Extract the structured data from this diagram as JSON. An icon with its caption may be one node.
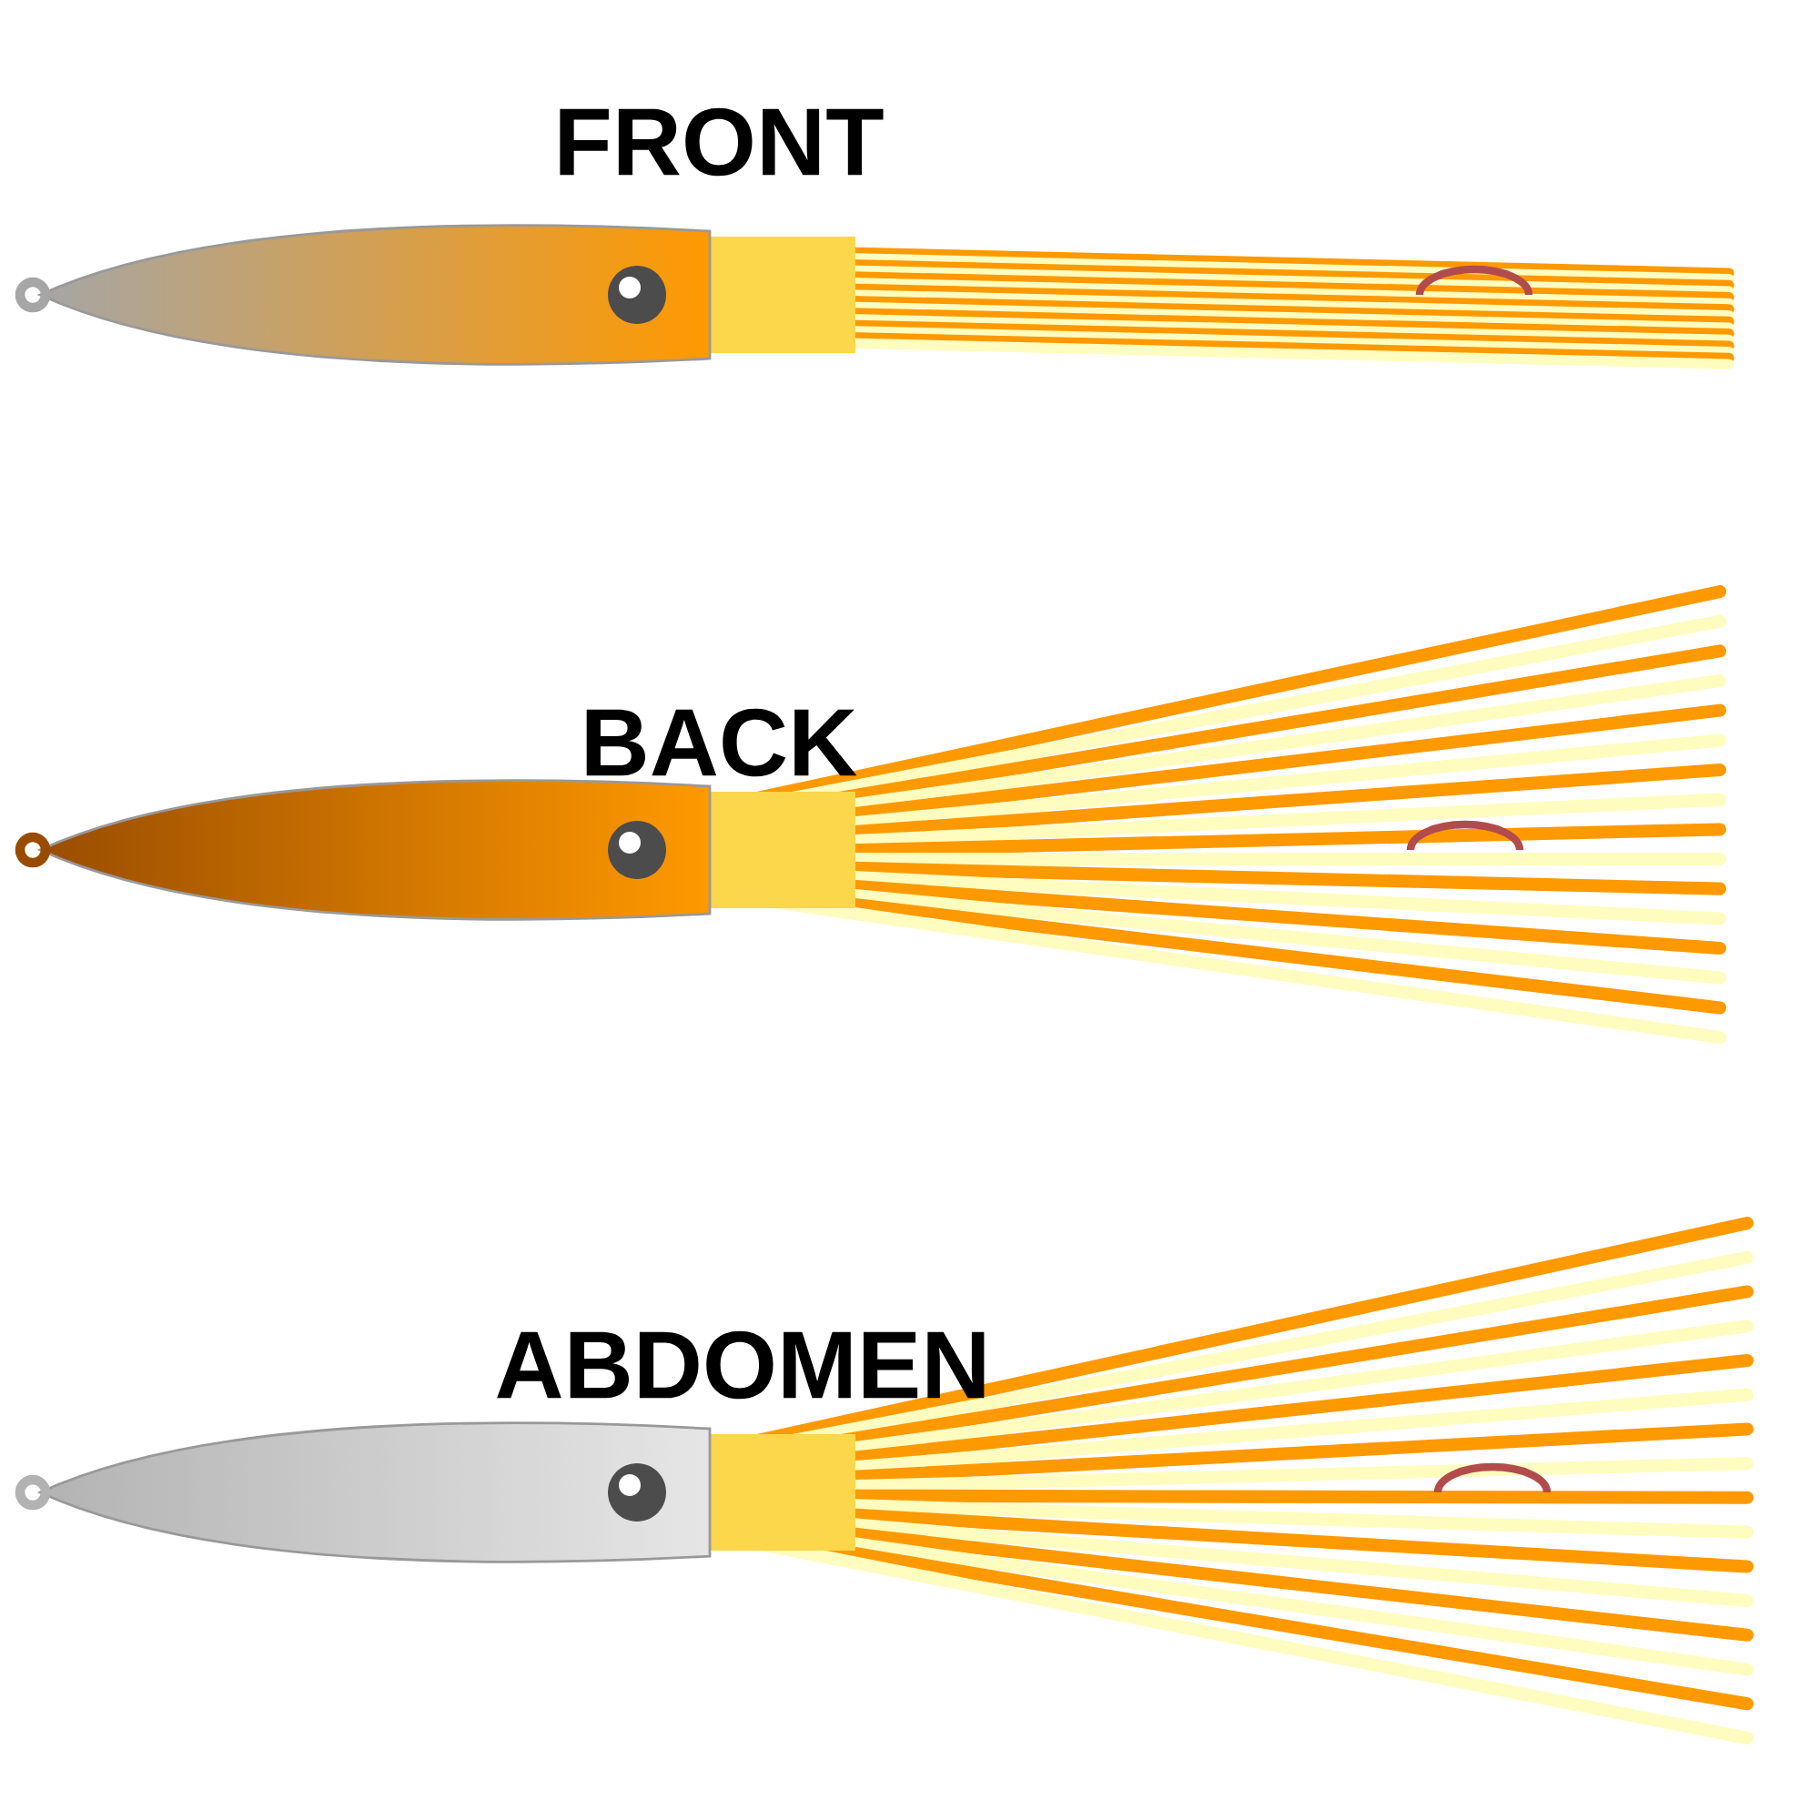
{
  "diagram": {
    "labels": [
      "FRONT",
      "BACK",
      "ABDOMEN"
    ]
  }
}
